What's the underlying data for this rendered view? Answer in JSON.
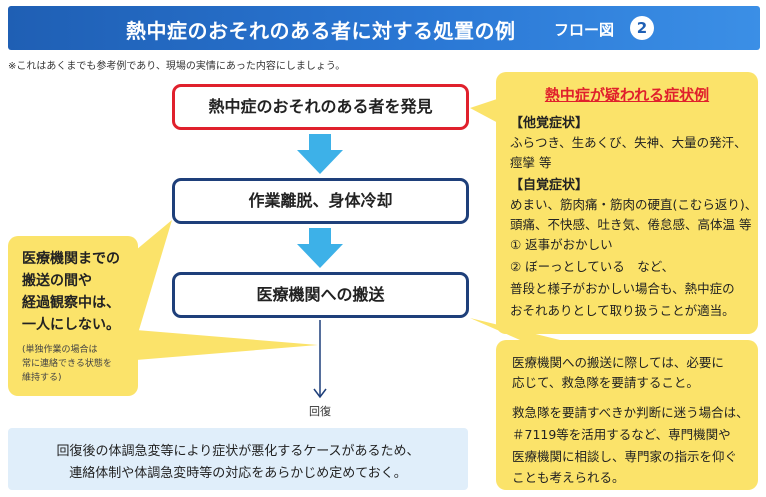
{
  "header": {
    "title": "熱中症のおそれのある者に対する処置の例",
    "subtitle": "フロー図",
    "number": "2"
  },
  "note": "※これはあくまでも参考例であり、現場の実情にあった内容にしましょう。",
  "flow": {
    "step1": "熱中症のおそれのある者を発見",
    "step2": "作業離脱、身体冷却",
    "step3": "医療機関への搬送",
    "recovery": "回復"
  },
  "symptoms": {
    "title": "熱中症が疑われる症状例",
    "objective_heading": "【他覚症状】",
    "objective_lines": [
      "ふらつき、生あくび、失神、大量の発汗、",
      "痙攣 等"
    ],
    "subjective_heading": "【自覚症状】",
    "subjective_lines": [
      "めまい、筋肉痛・筋肉の硬直(こむら返り)、",
      "頭痛、不快感、吐き気、倦怠感、高体温 等",
      "① 返事がおかしい",
      "② ぼーっとしている　など、",
      "普段と様子がおかしい場合も、熱中症の",
      "おそれありとして取り扱うことが適当。"
    ]
  },
  "left_callout": {
    "lines": [
      "医療機関までの",
      "搬送の間や",
      "経過観察中は、",
      "一人にしない。"
    ],
    "small_lines": [
      "(単独作業の場合は",
      "常に連絡できる状態を",
      "維持する)"
    ]
  },
  "transport_callout": {
    "lines": [
      "医療機関への搬送に際しては、必要に",
      "応じて、救急隊を要請すること。",
      "救急隊を要請すべきか判断に迷う場合は、",
      "＃7119等を活用するなど、専門機関や",
      "医療機関に相談し、専門家の指示を仰ぐ",
      "ことも考えられる。"
    ]
  },
  "bottom_note": {
    "lines": [
      "回復後の体調急変等により症状が悪化するケースがあるため、",
      "連絡体制や体調急変時等の対応をあらかじめ定めておく。"
    ]
  },
  "colors": {
    "header_blue": "#1f5fb4",
    "alert_red": "#e0202c",
    "box_navy": "#1e3f7a",
    "arrow_cyan": "#3db1e8",
    "callout_yellow": "#fbe36a",
    "note_blue": "#e0eefa"
  }
}
